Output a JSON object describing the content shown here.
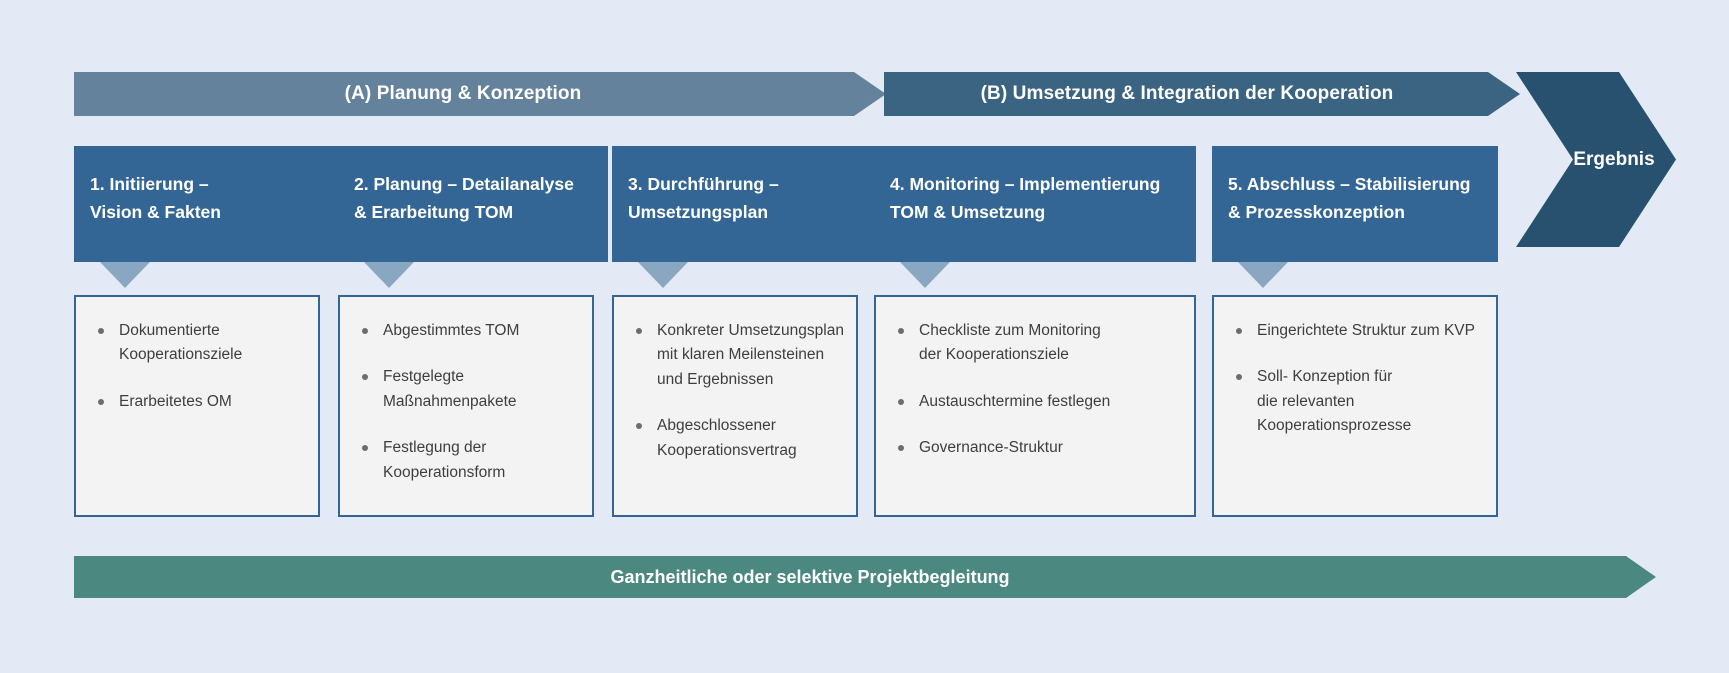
{
  "canvas": {
    "background": "#e3eaf5"
  },
  "colors": {
    "phase_a": "#65829c",
    "phase_b": "#3b6382",
    "step_box": "#336695",
    "result": "#27516e",
    "connector": "#8aa7c2",
    "bullet_fill": "#f3f3f3",
    "bullet_border": "#336695",
    "support_band": "#4a8880",
    "text_light": "#ffffff",
    "text_body": "#3e3e3e"
  },
  "phases": [
    {
      "id": "phase-a",
      "label": "(A) Planung & Konzeption"
    },
    {
      "id": "phase-b",
      "label": "(B) Umsetzung & Integration der Kooperation"
    }
  ],
  "result": {
    "label": "Ergebnis"
  },
  "steps": [
    {
      "number": "1",
      "title": "1. Initiierung –\nVision & Fakten",
      "bullets": [
        "Dokumentierte\nKooperationsziele",
        "Erarbeitetes OM"
      ]
    },
    {
      "number": "2",
      "title": "2. Planung – Detailanalyse\n& Erarbeitung TOM",
      "bullets": [
        "Abgestimmtes TOM",
        "Festgelegte\nMaßnahmenpakete",
        "Festlegung der\nKooperationsform"
      ]
    },
    {
      "number": "3",
      "title": "3. Durchführung –\nUmsetzungsplan",
      "bullets": [
        "Konkreter Umsetzungsplan\nmit klaren Meilensteinen\nund Ergebnissen",
        "Abgeschlossener\nKooperationsvertrag"
      ]
    },
    {
      "number": "4",
      "title": "4. Monitoring – Implementierung\nTOM & Umsetzung",
      "bullets": [
        "Checkliste zum Monitoring\nder Kooperationsziele",
        "Austauschtermine festlegen",
        "Governance-Struktur"
      ]
    },
    {
      "number": "5",
      "title": "5. Abschluss – Stabilisierung\n& Prozesskonzeption",
      "bullets": [
        "Eingerichtete Struktur zum KVP",
        "Soll- Konzeption für\ndie relevanten\nKooperationsprozesse"
      ]
    }
  ],
  "support": {
    "label": "Ganzheitliche oder selektive Projektbegleitung"
  }
}
